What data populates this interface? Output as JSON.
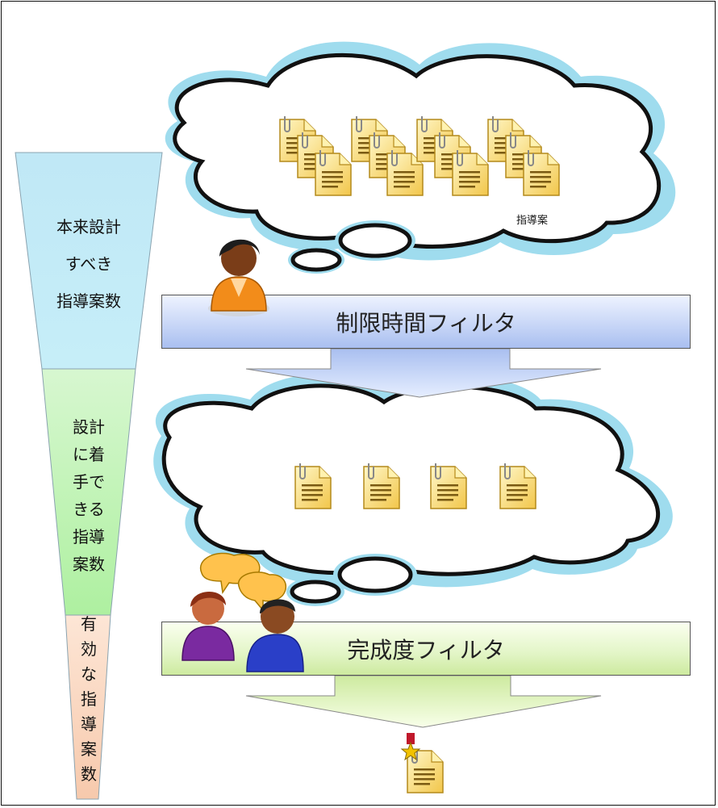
{
  "funnel": {
    "stage1_lines": [
      "本来設計",
      "すべき",
      "指導案数"
    ],
    "stage2_lines": [
      "設計",
      "に着",
      "手で",
      "きる",
      "指導",
      "案数"
    ],
    "stage3_lines": [
      "有",
      "効",
      "な",
      "指",
      "導",
      "案",
      "数"
    ],
    "colors": {
      "stage1": "#c6eef8",
      "stage2": "#c8f5c0",
      "stage3": "#fbd9c4"
    }
  },
  "top_cloud": {
    "doc_caption": "指導案",
    "doc_icon": "lesson-plan-document-icon"
  },
  "time_filter": {
    "label": "制限時間フィルタ",
    "person_icon": "teacher-person-icon"
  },
  "quality_filter": {
    "label": "完成度フィルタ",
    "people_icon": "discussing-people-icon"
  },
  "result": {
    "icon": "award-document-icon"
  }
}
